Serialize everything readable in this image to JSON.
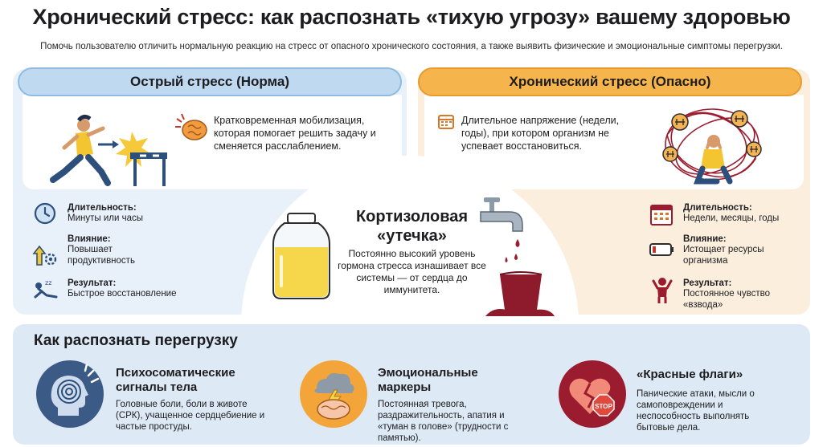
{
  "title": "Хронический стресс: как распознать «тихую угрозу» вашему здоровью",
  "subtitle": "Помочь пользователю отличить нормальную реакцию на стресс от опасного хронического состояния, а также выявить физические и эмоциональные симптомы перегрузки.",
  "acute": {
    "header": "Острый стресс (Норма)",
    "description": "Кратковременная мобилизация, которая помогает решить задачу и сменяется расслаблением.",
    "stats": [
      {
        "label": "Длительность:",
        "value": "Минуты или часы"
      },
      {
        "label": "Влияние:",
        "value": "Повышает продуктивность"
      },
      {
        "label": "Результат:",
        "value": "Быстрое восстановление"
      }
    ]
  },
  "chronic": {
    "header": "Хронический стресс (Опасно)",
    "description": "Длительное напряжение (недели, годы), при котором организм не успевает восстановиться.",
    "stats": [
      {
        "label": "Длительность:",
        "value": "Недели, месяцы, годы"
      },
      {
        "label": "Влияние:",
        "value": "Истощает ресурсы организма"
      },
      {
        "label": "Результат:",
        "value": "Постоянное чувство «взвода»"
      }
    ]
  },
  "cortisol": {
    "title": "Кортизоловая «утечка»",
    "description": "Постоянно высокий уровень гормона стресса изнашивает все системы — от сердца до иммунитета."
  },
  "recognize": {
    "title": "Как распознать перегрузку",
    "cards": [
      {
        "title": "Психосоматические сигналы тела",
        "description": "Головные боли, боли в животе (СРК), учащенное сердцебиение и частые простуды."
      },
      {
        "title": "Эмоциональные маркеры",
        "description": "Постоянная тревога, раздражительность, апатия и «туман в голове» (трудности с памятью)."
      },
      {
        "title": "«Красные флаги»",
        "description": "Панические атаки, мысли о самоповреждении и неспособность выполнять бытовые дела."
      }
    ],
    "stop_sign": "STOP"
  },
  "colors": {
    "acute_panel": "#e8f1fa",
    "acute_header": "#bfd9f0",
    "chronic_panel": "#fbeedd",
    "chronic_header": "#f6b44d",
    "bottom_panel": "#dde9f5",
    "danger": "#9b1c2e",
    "warning": "#f4a53a",
    "info": "#2d4f7c"
  }
}
